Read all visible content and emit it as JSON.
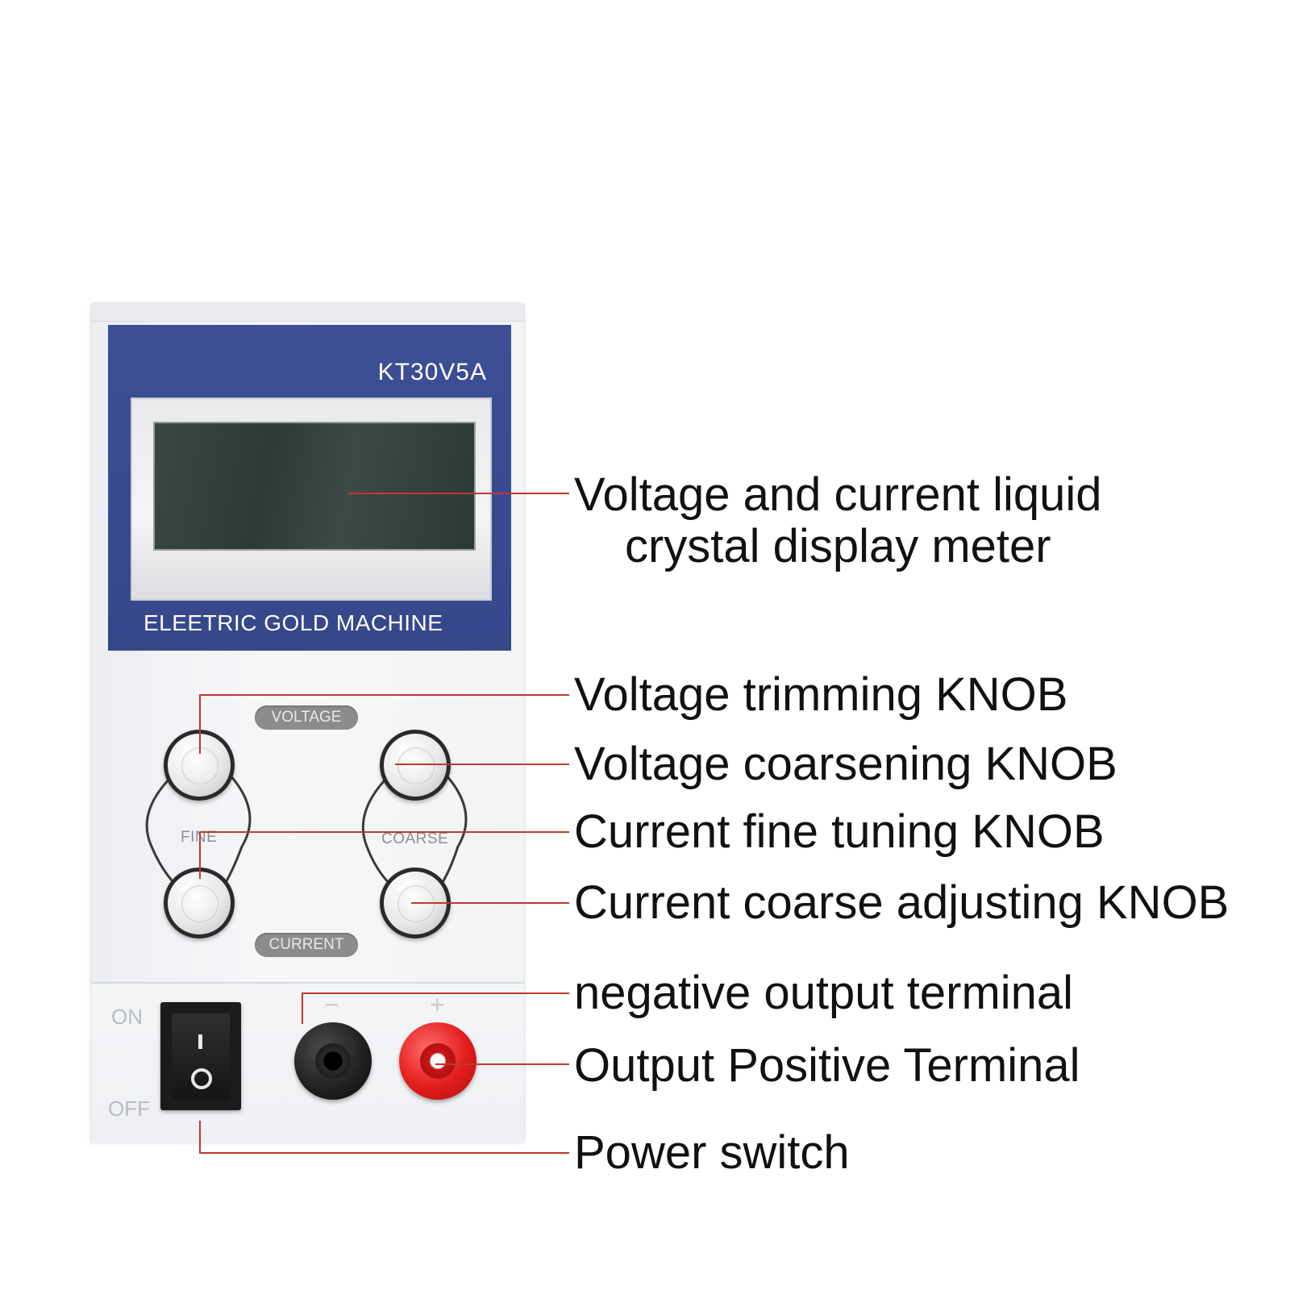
{
  "device": {
    "model": "KT30V5A",
    "brand": "ELEETRIC GOLD MACHINE",
    "labels": {
      "voltage": "VOLTAGE",
      "current": "CURRENT",
      "fine": "FINE",
      "coarse": "COARSE",
      "on": "ON",
      "off": "OFF",
      "negative_sign": "−",
      "positive_sign": "+"
    }
  },
  "callouts": {
    "lcd_line1": "Voltage and current liquid",
    "lcd_line2": "crystal display meter",
    "voltage_trim": "Voltage trimming KNOB",
    "voltage_coarse": "Voltage coarsening KNOB",
    "current_fine": "Current fine tuning KNOB",
    "current_coarse": "Current coarse adjusting KNOB",
    "negative_terminal": "negative output terminal",
    "positive_terminal": "Output Positive Terminal",
    "power_switch": "Power switch"
  },
  "colors": {
    "leader_line": "#c0392b",
    "panel_blue": "#3a4b91",
    "positive_red": "#e21c1c"
  }
}
